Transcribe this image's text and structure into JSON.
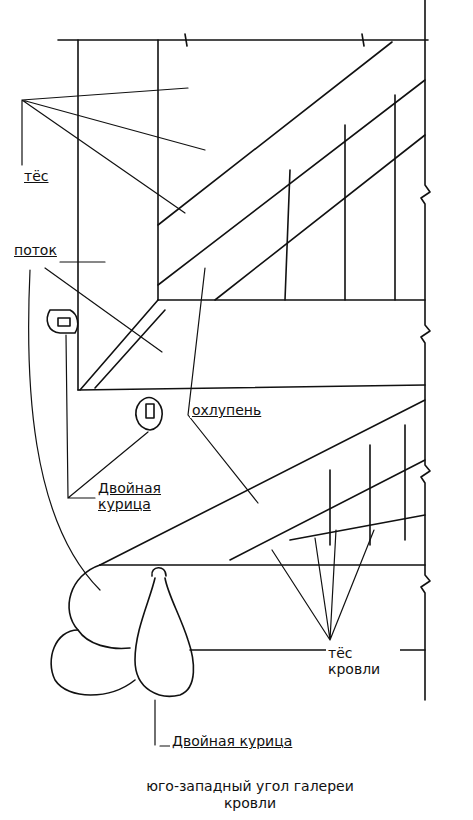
{
  "diagram": {
    "caption": "юго-западный угол галереи кровли",
    "labels": [
      "тёс",
      "поток",
      "охлупень",
      "Двойная курица",
      "тёс кровли",
      "Двойная курица"
    ]
  }
}
